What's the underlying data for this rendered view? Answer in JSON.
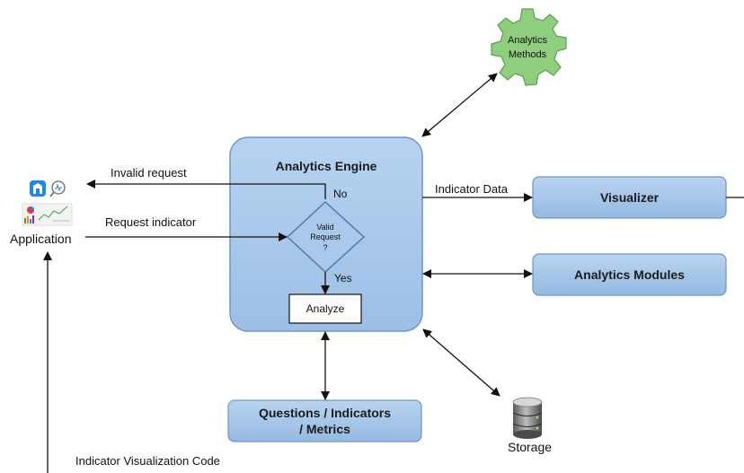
{
  "engine": {
    "title": "Analytics Engine"
  },
  "decision": {
    "line1": "Valid",
    "line2": "Request",
    "line3": "?"
  },
  "analyze": {
    "label": "Analyze"
  },
  "visualizer": {
    "label": "Visualizer"
  },
  "modules": {
    "label": "Analytics Modules"
  },
  "questions": {
    "line1": "Questions / Indicators",
    "line2": "/ Metrics"
  },
  "methods": {
    "line1": "Analytics",
    "line2": "Methods"
  },
  "storage": {
    "label": "Storage"
  },
  "application": {
    "label": "Application"
  },
  "edges": {
    "invalid_request": "Invalid request",
    "request_indicator": "Request indicator",
    "no": "No",
    "yes": "Yes",
    "indicator_data": "Indicator Data",
    "visualization_code": "Indicator Visualization Code"
  },
  "colors": {
    "box_fill": "#a9c8ea",
    "box_stroke": "#6f95c5",
    "gear_fill": "#8fce7f",
    "gear_stroke": "#5e9d4f",
    "arrow": "#111111"
  }
}
